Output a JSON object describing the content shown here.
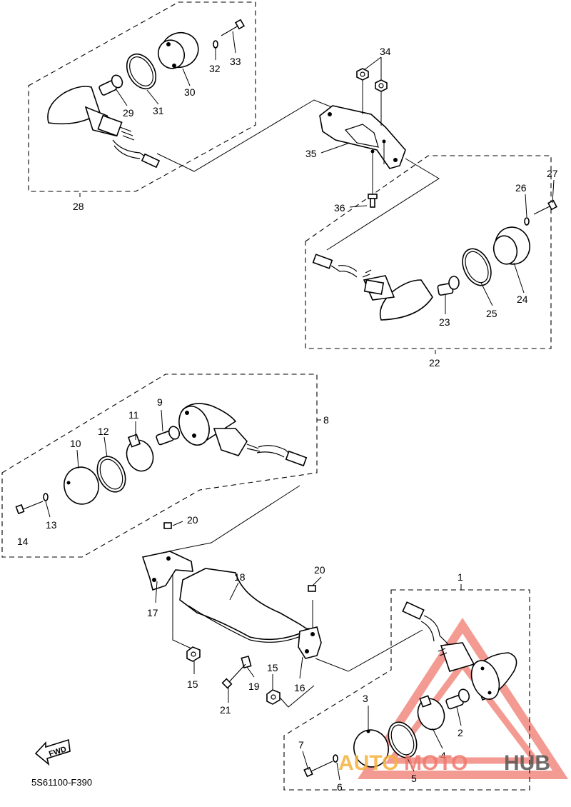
{
  "callouts": [
    {
      "id": "1",
      "text": "1"
    },
    {
      "id": "2",
      "text": "2"
    },
    {
      "id": "3",
      "text": "3"
    },
    {
      "id": "4",
      "text": "4"
    },
    {
      "id": "5",
      "text": "5"
    },
    {
      "id": "6",
      "text": "6"
    },
    {
      "id": "7",
      "text": "7"
    },
    {
      "id": "8",
      "text": "8"
    },
    {
      "id": "9",
      "text": "9"
    },
    {
      "id": "10",
      "text": "10"
    },
    {
      "id": "11",
      "text": "11"
    },
    {
      "id": "12",
      "text": "12"
    },
    {
      "id": "13",
      "text": "13"
    },
    {
      "id": "14",
      "text": "14"
    },
    {
      "id": "15a",
      "text": "15"
    },
    {
      "id": "15b",
      "text": "15"
    },
    {
      "id": "16",
      "text": "16"
    },
    {
      "id": "17",
      "text": "17"
    },
    {
      "id": "18",
      "text": "18"
    },
    {
      "id": "19",
      "text": "19"
    },
    {
      "id": "20a",
      "text": "20"
    },
    {
      "id": "20b",
      "text": "20"
    },
    {
      "id": "21",
      "text": "21"
    },
    {
      "id": "22",
      "text": "22"
    },
    {
      "id": "23",
      "text": "23"
    },
    {
      "id": "24",
      "text": "24"
    },
    {
      "id": "25",
      "text": "25"
    },
    {
      "id": "26",
      "text": "26"
    },
    {
      "id": "27",
      "text": "27"
    },
    {
      "id": "28",
      "text": "28"
    },
    {
      "id": "29",
      "text": "29"
    },
    {
      "id": "30",
      "text": "30"
    },
    {
      "id": "31",
      "text": "31"
    },
    {
      "id": "32",
      "text": "32"
    },
    {
      "id": "33",
      "text": "33"
    },
    {
      "id": "34",
      "text": "34"
    },
    {
      "id": "35",
      "text": "35"
    },
    {
      "id": "36",
      "text": "36"
    }
  ],
  "fwd_label": "FWD",
  "diagram_code": "5S61100-F390",
  "watermark": {
    "part1": "AUTO",
    "part2": "MOTO",
    "part3": "HUB",
    "color_primary": "#f07a6e",
    "color_secondary": "#f5b13a",
    "color_dark": "#555555"
  }
}
